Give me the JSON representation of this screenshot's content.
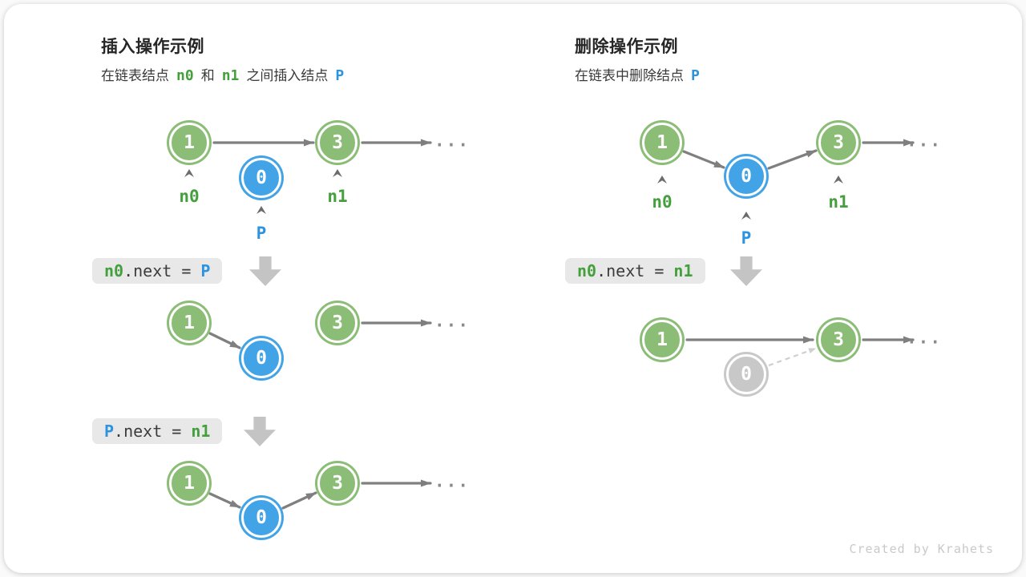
{
  "insert_panel": {
    "title": "插入操作示例",
    "subtitle": {
      "seg1": "在链表结点",
      "tok_n0": "n0",
      "seg2": "和",
      "tok_n1": "n1",
      "seg3": "之间插入结点",
      "tok_p": "P"
    },
    "code_step1": {
      "lhs": "n0",
      "mid": ".next = ",
      "rhs": "P"
    },
    "code_step2": {
      "lhs": "P",
      "mid": ".next = ",
      "rhs": "n1"
    }
  },
  "delete_panel": {
    "title": "删除操作示例",
    "subtitle": {
      "seg1": "在链表中删除结点",
      "tok_p": "P"
    },
    "code_step1": {
      "lhs": "n0",
      "mid": ".next = ",
      "rhs": "n1"
    }
  },
  "node_values": {
    "first": "1",
    "inserted": "0",
    "third": "3"
  },
  "pointer_labels": {
    "n0": "n0",
    "n1": "n1",
    "p": "P"
  },
  "ellipsis": "...",
  "footer_credit": "Created by Krahets",
  "colors": {
    "node_green": "#8BBD76",
    "node_blue": "#42A3E6",
    "node_gray": "#C8C8C8",
    "label_green": "#44A03C",
    "label_blue": "#2E93DF",
    "arrow_gray": "#7F7F7F",
    "dashed_gray": "#CFCFCF",
    "code_box_bg": "#E8E8E8",
    "block_arrow": "#C4C4C4",
    "footer_text": "#C9C9C9"
  }
}
